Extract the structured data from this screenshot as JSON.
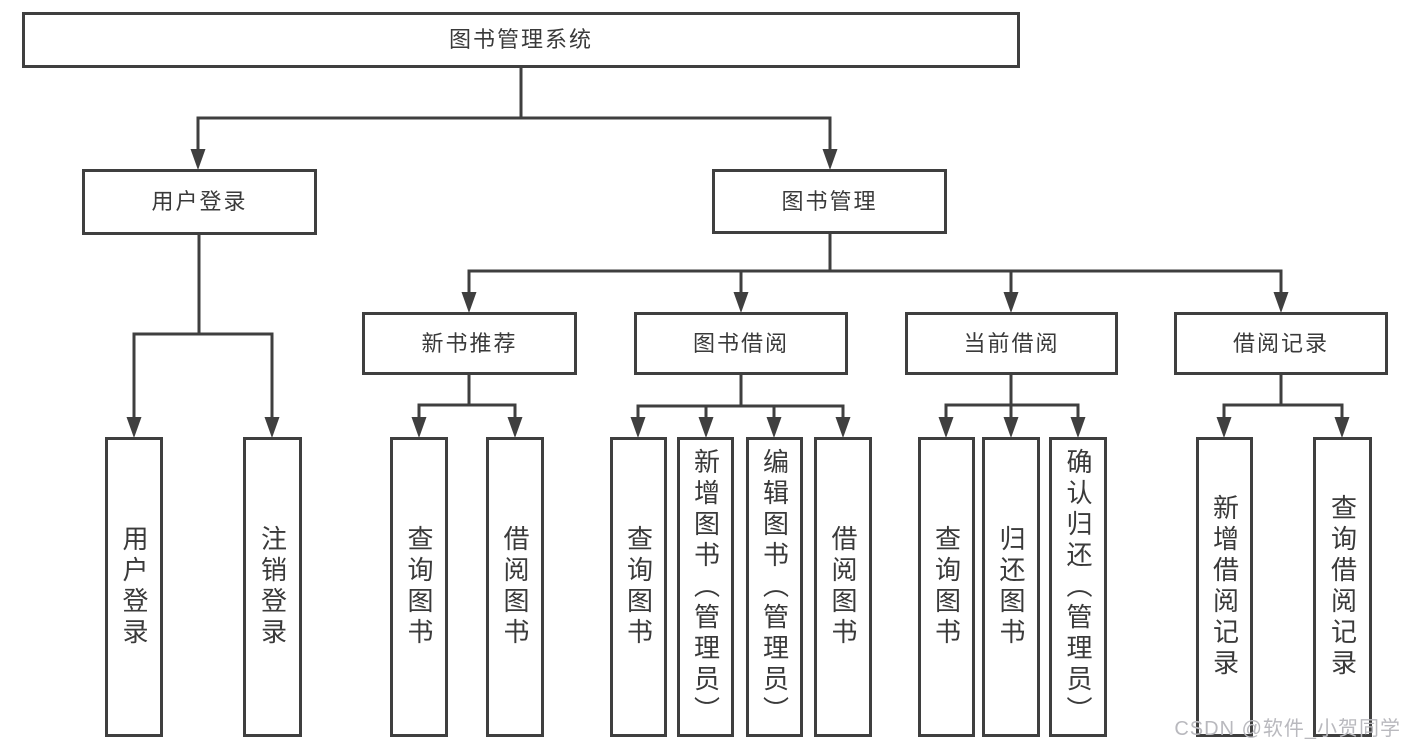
{
  "diagram": {
    "tree": {
      "label": "图书管理系统",
      "children": [
        {
          "label": "用户登录",
          "children": [
            {
              "label": "用户登录"
            },
            {
              "label": "注销登录"
            }
          ]
        },
        {
          "label": "图书管理",
          "children": [
            {
              "label": "新书推荐",
              "children": [
                {
                  "label": "查询图书"
                },
                {
                  "label": "借阅图书"
                }
              ]
            },
            {
              "label": "图书借阅",
              "children": [
                {
                  "label": "查询图书"
                },
                {
                  "label": "新增图书（管理员）"
                },
                {
                  "label": "编辑图书（管理员）"
                },
                {
                  "label": "借阅图书"
                }
              ]
            },
            {
              "label": "当前借阅",
              "children": [
                {
                  "label": "查询图书"
                },
                {
                  "label": "归还图书"
                },
                {
                  "label": "确认归还（管理员）"
                }
              ]
            },
            {
              "label": "借阅记录",
              "children": [
                {
                  "label": "新增借阅记录"
                },
                {
                  "label": "查询借阅记录"
                }
              ]
            }
          ]
        }
      ]
    }
  },
  "watermark": {
    "text": "CSDN @软件_小贺同学"
  },
  "colors": {
    "line": "#3f3f3f",
    "text": "#3a3a3a",
    "watermark": "#b9b9be",
    "background": "#ffffff"
  }
}
